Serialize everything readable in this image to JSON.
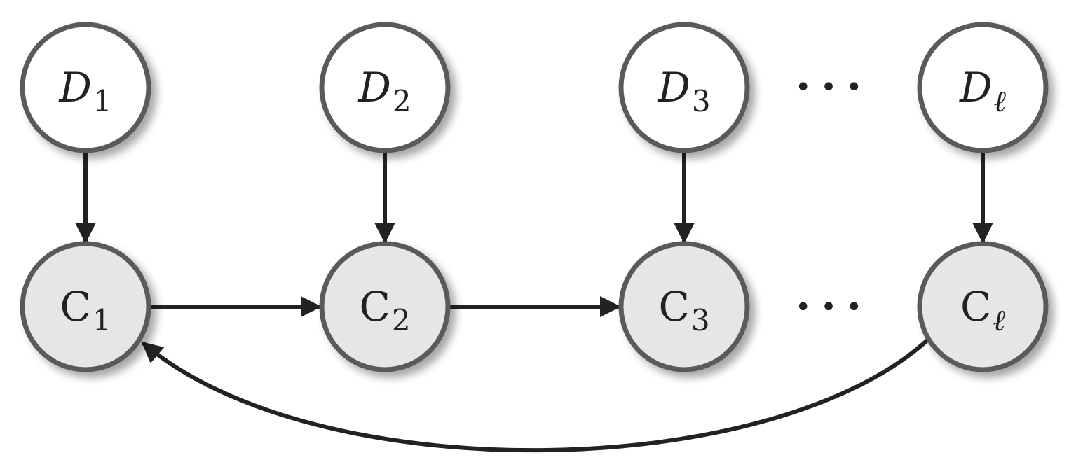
{
  "diagram": {
    "top_nodes": [
      {
        "id": "D1",
        "main": "D",
        "sub": "1"
      },
      {
        "id": "D2",
        "main": "D",
        "sub": "2"
      },
      {
        "id": "D3",
        "main": "D",
        "sub": "3"
      },
      {
        "id": "Dl",
        "main": "D",
        "sub": "ℓ"
      }
    ],
    "bottom_nodes": [
      {
        "id": "C1",
        "main": "C",
        "sub": "1"
      },
      {
        "id": "C2",
        "main": "C",
        "sub": "2"
      },
      {
        "id": "C3",
        "main": "C",
        "sub": "3"
      },
      {
        "id": "Cl",
        "main": "C",
        "sub": "ℓ"
      }
    ],
    "edges": [
      {
        "from": "D1",
        "to": "C1"
      },
      {
        "from": "D2",
        "to": "C2"
      },
      {
        "from": "D3",
        "to": "C3"
      },
      {
        "from": "Dl",
        "to": "Cl"
      },
      {
        "from": "C1",
        "to": "C2"
      },
      {
        "from": "C2",
        "to": "C3"
      },
      {
        "from": "Cl",
        "to": "C1"
      }
    ],
    "ellipsis": [
      "• • •",
      "• • •"
    ],
    "colors": {
      "top_fill": "#ffffff",
      "bottom_fill": "#e6e6e6",
      "stroke": "#5a5a5a",
      "edge": "#222222"
    }
  }
}
